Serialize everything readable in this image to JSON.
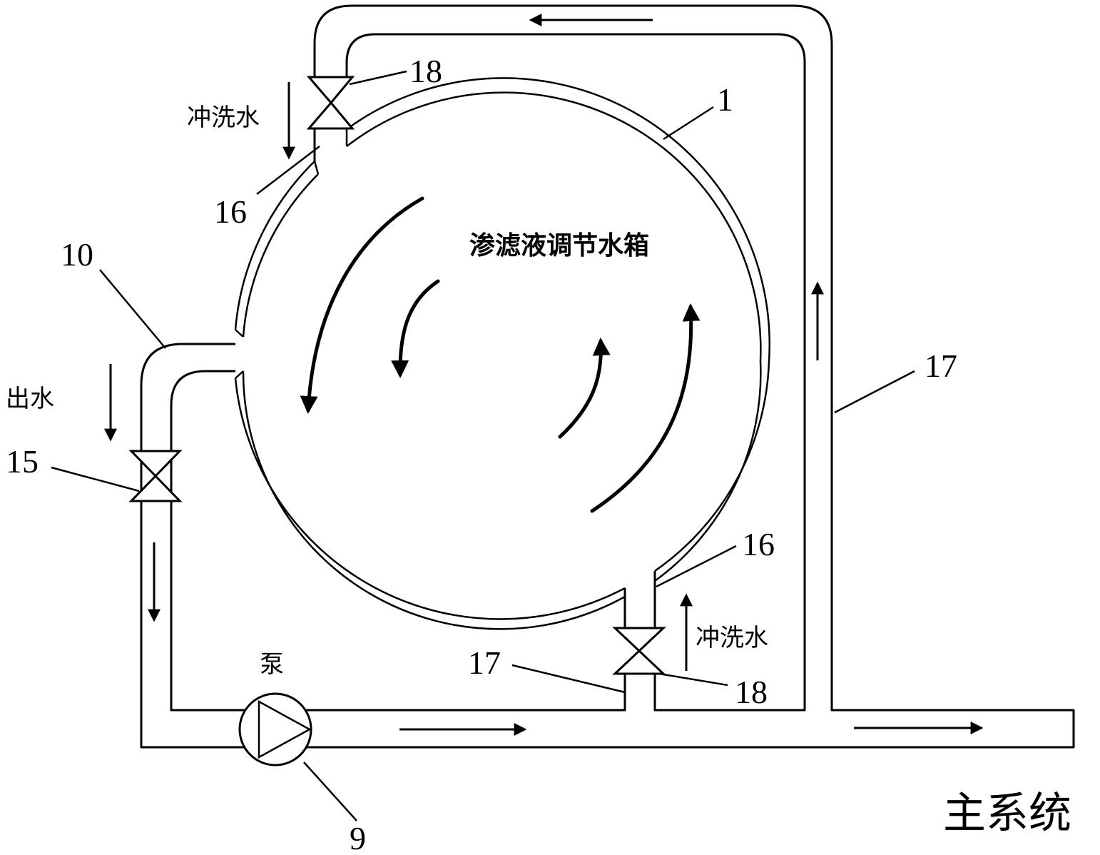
{
  "labels": {
    "tank": "渗滤液调节水箱",
    "flush_water_top": "冲洗水",
    "flush_water_bottom": "冲洗水",
    "outlet_water": "出水",
    "pump": "泵",
    "main_system": "主系统"
  },
  "part_numbers": {
    "tank_wall": "1",
    "valve_top": "18",
    "nozzle_top": "16",
    "outlet_pipe": "10",
    "outlet_valve": "15",
    "nozzle_bottom": "16",
    "bottom_pipe": "17",
    "valve_bottom": "18",
    "return_pipe": "17",
    "pump": "9"
  }
}
